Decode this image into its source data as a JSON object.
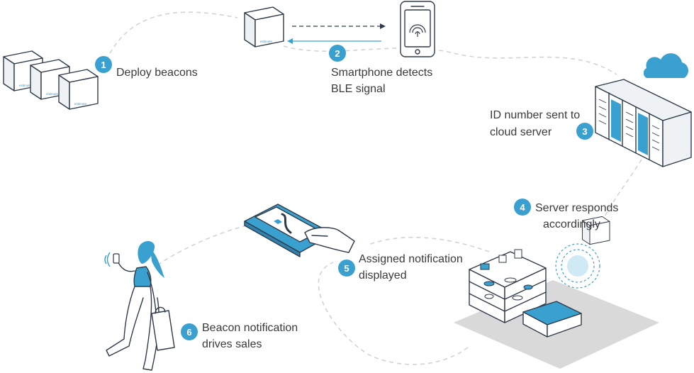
{
  "colors": {
    "accent": "#3aa0cf",
    "outline": "#2f3b4a",
    "text": "#3a3a3a",
    "path": "#d3d3d3",
    "floor": "#d9d9d9"
  },
  "beacon_brand": "estimote",
  "steps": [
    {
      "number": "1",
      "lines": [
        "Deploy beacons"
      ]
    },
    {
      "number": "2",
      "lines": [
        "Smartphone detects",
        "BLE signal"
      ]
    },
    {
      "number": "3",
      "lines": [
        "ID number sent to",
        "cloud server"
      ]
    },
    {
      "number": "4",
      "lines": [
        "Server responds",
        "accordingly"
      ]
    },
    {
      "number": "5",
      "lines": [
        "Assigned notification",
        "displayed"
      ]
    },
    {
      "number": "6",
      "lines": [
        "Beacon notification",
        "drives sales"
      ]
    }
  ],
  "icons": [
    "beacon-cube-icon",
    "smartphone-fingerprint-icon",
    "cloud-icon",
    "server-rack-icon",
    "store-shelf-icon",
    "hand-phone-icon",
    "woman-shopper-icon"
  ]
}
